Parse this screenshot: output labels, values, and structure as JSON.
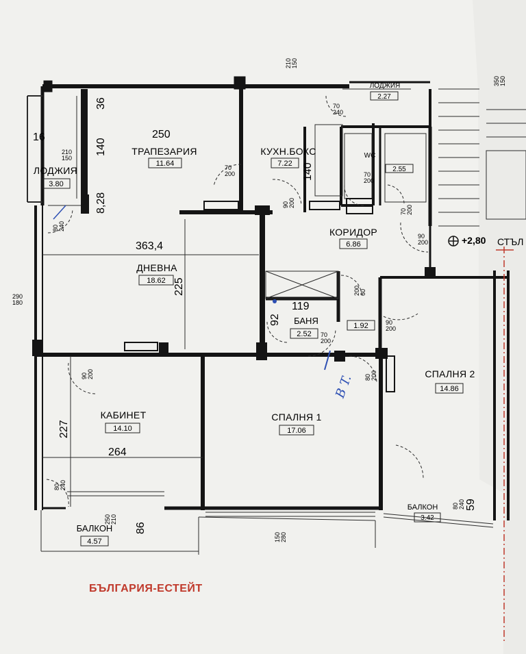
{
  "rooms": {
    "dining": {
      "name": "ТРАПЕЗАРИЯ",
      "area": "11.64"
    },
    "kitchen": {
      "name": "КУХН.БОКС",
      "area": "7.22"
    },
    "loggia_left": {
      "name": "ЛОДЖИЯ",
      "area": "3.80"
    },
    "loggia_top": {
      "name": "ЛОДЖИЯ",
      "area": "2.27"
    },
    "wc": {
      "name": "WC"
    },
    "small_room_area": "2.55",
    "corridor": {
      "name": "КОРИДОР",
      "area": "6.86"
    },
    "living": {
      "name": "ДНЕВНА",
      "area": "18.62"
    },
    "bath": {
      "name": "БАНЯ",
      "area": "2.52"
    },
    "storage_area": "1.92",
    "study": {
      "name": "КАБИНЕТ",
      "area": "14.10"
    },
    "bedroom1": {
      "name": "СПАЛНЯ 1",
      "area": "17.06"
    },
    "bedroom2": {
      "name": "СПАЛНЯ 2",
      "area": "14.86"
    },
    "balcony_left": {
      "name": "БАЛКОН",
      "area": "4.57"
    },
    "balcony_right": {
      "name": "БАЛКОН",
      "area": "3.42"
    }
  },
  "dimensions": {
    "d250": "250",
    "d36": "36",
    "d140": "140",
    "d16": "16",
    "d828": "8,28",
    "d3634": "363,4",
    "d225": "225",
    "d119": "119",
    "d92": "92",
    "d227": "227",
    "d264": "264",
    "d86": "86",
    "d59": "59"
  },
  "openings": {
    "top_210_150": "210\n150",
    "top_350_150": "350\n150",
    "loggia_210_150": "210\n150",
    "door_70_240": "70\n240",
    "door_70_200_dining": "70\n200",
    "door_90_200_kitchen": "90\n200",
    "door_70_200_wc": "70\n200",
    "door_70_200_small": "70\n200",
    "door_90_200_corr": "90\n200",
    "door_80_240_loggia": "80\n240",
    "win_290_180": "290\n180",
    "door_200_60": "200\n60",
    "door_70_200_bath": "70\n200",
    "door_90_200_bed2": "90\n200",
    "door_90_200_study": "90\n200",
    "door_80_200_bed1": "80\n200",
    "door_80_240_balc": "80\n240",
    "balc_250_210": "250\n210",
    "door_150_280": "150\n280",
    "balc_r_80_240": "80\n240",
    "d140_kitchen": "140"
  },
  "level": "+2,80",
  "stair_label": "СТЪЛ",
  "handwritten": "B T.",
  "watermark": "БЪЛГАРИЯ-ЕСТЕЙТ",
  "colors": {
    "wall": "#141414",
    "line": "#2b2b2b",
    "watermark": "#c0392b",
    "ink": "#2d4fb3",
    "paper": "#f1f1ee"
  }
}
